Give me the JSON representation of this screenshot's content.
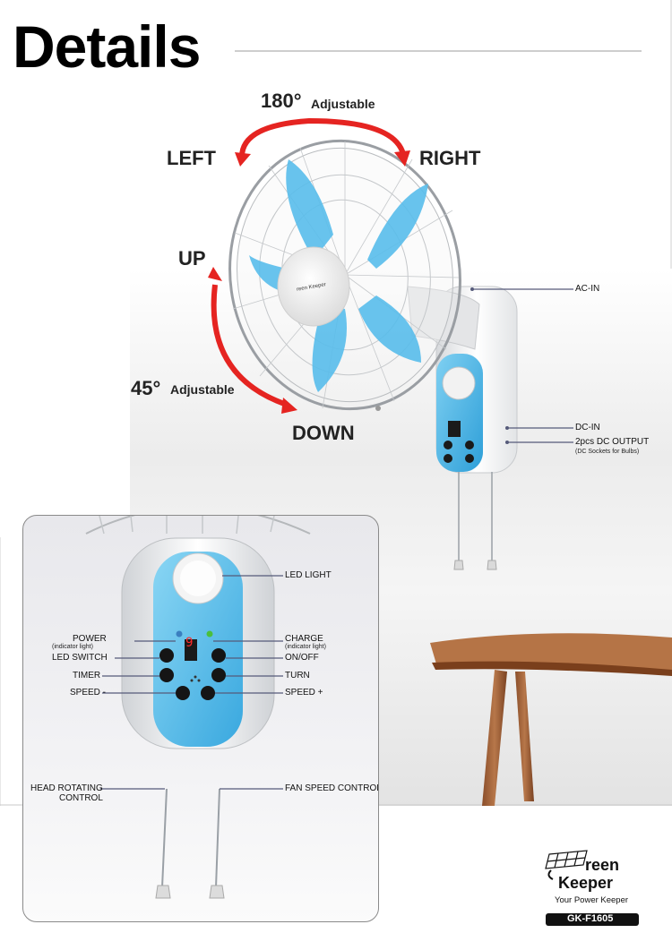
{
  "header": {
    "title": "Details"
  },
  "rotation": {
    "horizontal": {
      "degrees": "180°",
      "label": "Adjustable",
      "left": "LEFT",
      "right": "RIGHT"
    },
    "vertical": {
      "degrees": "45°",
      "label": "Adjustable",
      "up": "UP",
      "down": "DOWN"
    }
  },
  "ports": {
    "ac_in": "AC-IN",
    "dc_in": "DC-IN",
    "dc_output": "2pcs DC OUTPUT",
    "dc_output_note": "(DC Sockets for Bulbs)"
  },
  "control_panel": {
    "led_light": "LED LIGHT",
    "power": "POWER",
    "power_note": "(indicator light)",
    "charge": "CHARGE",
    "charge_note": "(indicator light)",
    "led_switch": "LED SWITCH",
    "on_off": "ON/OFF",
    "timer": "TIMER",
    "turn": "TURN",
    "speed_minus": "SPEED -",
    "speed_plus": "SPEED +",
    "display_digit": "9",
    "head_rotating": "HEAD ROTATING",
    "control": "CONTROL",
    "fan_speed_control": "FAN SPEED CONTROL"
  },
  "brand": {
    "name_line1": "reen",
    "name_line2": "Keeper",
    "tagline": "Your Power Keeper",
    "model": "GK-F1605",
    "hub_text": "reen Keeper"
  },
  "colors": {
    "accent_blue": "#3fb0e4",
    "arrow_red": "#e52421",
    "leader_line": "#555a7a",
    "title": "#000000"
  }
}
